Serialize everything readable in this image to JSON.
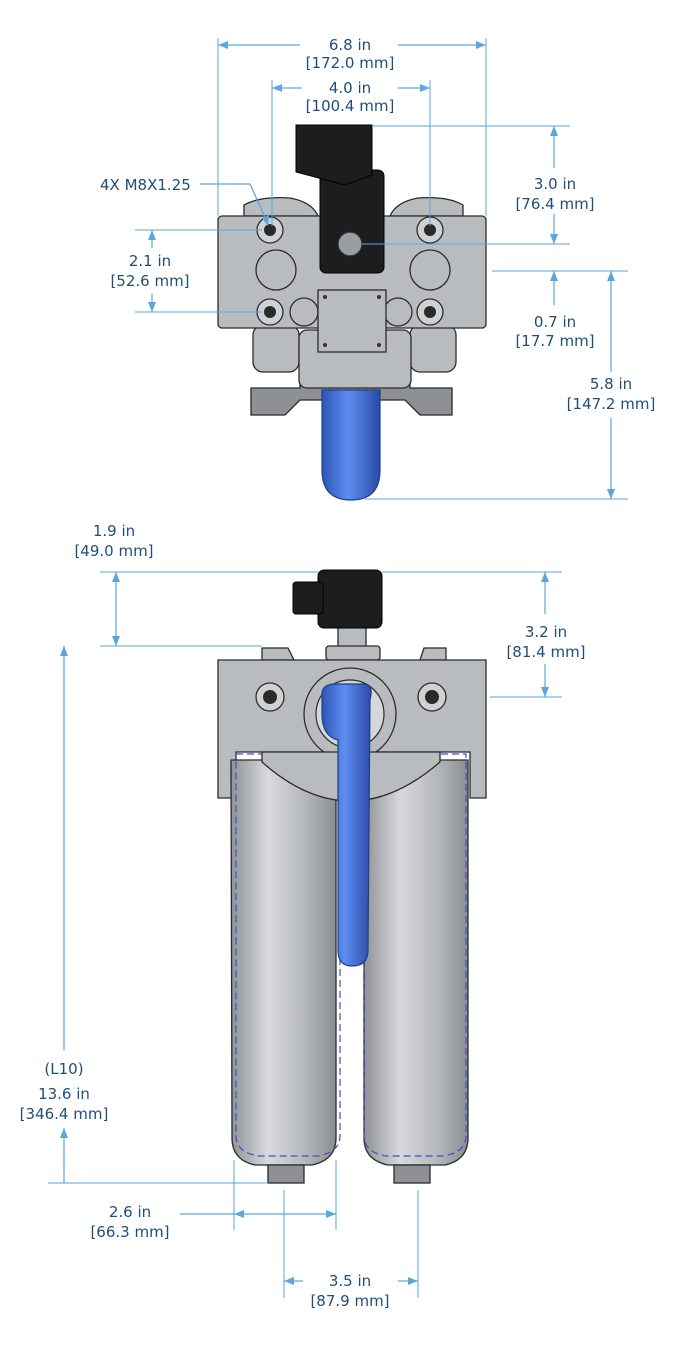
{
  "colors": {
    "dimension_text": "#1f4e79",
    "dimension_line": "#5aa6dd",
    "housing": "#b9bcbf",
    "indicator": "#3d6fd6",
    "solenoid": "#1d1d1f"
  },
  "top_view": {
    "overall_width": {
      "imperial": "6.8 in",
      "metric": "[172.0 mm]"
    },
    "port_spacing": {
      "imperial": "4.0 in",
      "metric": "[100.4 mm]"
    },
    "thread_callout": "4X  M8X1.25",
    "bolt_vertical_spacing": {
      "imperial": "2.1 in",
      "metric": "[52.6 mm]"
    },
    "solenoid_height": {
      "imperial": "3.0 in",
      "metric": "[76.4 mm]"
    },
    "port_offset": {
      "imperial": "0.7 in",
      "metric": "[17.7 mm]"
    },
    "indicator_depth": {
      "imperial": "5.8 in",
      "metric": "[147.2 mm]"
    }
  },
  "front_view": {
    "clearance_top": {
      "imperial": "1.9 in",
      "metric": "[49.0 mm]"
    },
    "head_height": {
      "imperial": "3.2 in",
      "metric": "[81.4 mm]"
    },
    "overall_length": {
      "ref": "(L10)",
      "imperial": "13.6 in",
      "metric": "[346.4 mm]"
    },
    "bowl_offset": {
      "imperial": "2.6 in",
      "metric": "[66.3 mm]"
    },
    "bowl_spacing": {
      "imperial": "3.5 in",
      "metric": "[87.9 mm]"
    }
  }
}
